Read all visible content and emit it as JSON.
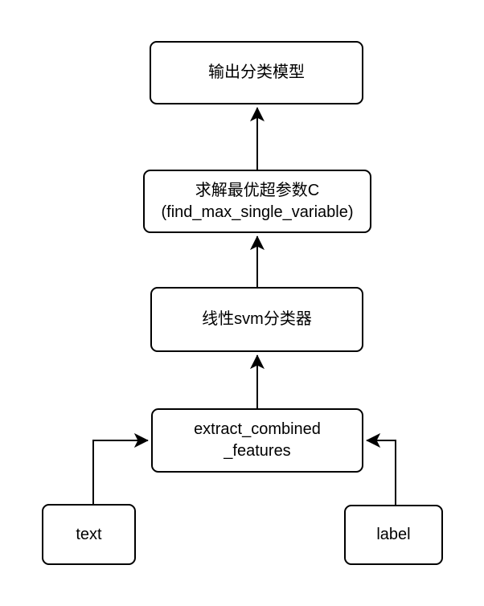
{
  "diagram": {
    "background_color": "#ffffff",
    "node_fill_color": "#ffffff",
    "line_color": "#000000",
    "nodes": {
      "output_model": {
        "label": "输出分类模型"
      },
      "find_max": {
        "line1": "求解最优超参数C",
        "line2": "(find_max_single_variable)"
      },
      "svm": {
        "label": "线性svm分类器"
      },
      "extract": {
        "line1": "extract_combined",
        "line2": "_features"
      },
      "text_input": {
        "label": "text"
      },
      "label_input": {
        "label": "label"
      }
    },
    "edges": [
      {
        "from": "text",
        "to": "extract_combined_features"
      },
      {
        "from": "label",
        "to": "extract_combined_features"
      },
      {
        "from": "extract_combined_features",
        "to": "线性svm分类器"
      },
      {
        "from": "线性svm分类器",
        "to": "求解最优超参数C (find_max_single_variable)"
      },
      {
        "from": "求解最优超参数C (find_max_single_variable)",
        "to": "输出分类模型"
      }
    ]
  }
}
